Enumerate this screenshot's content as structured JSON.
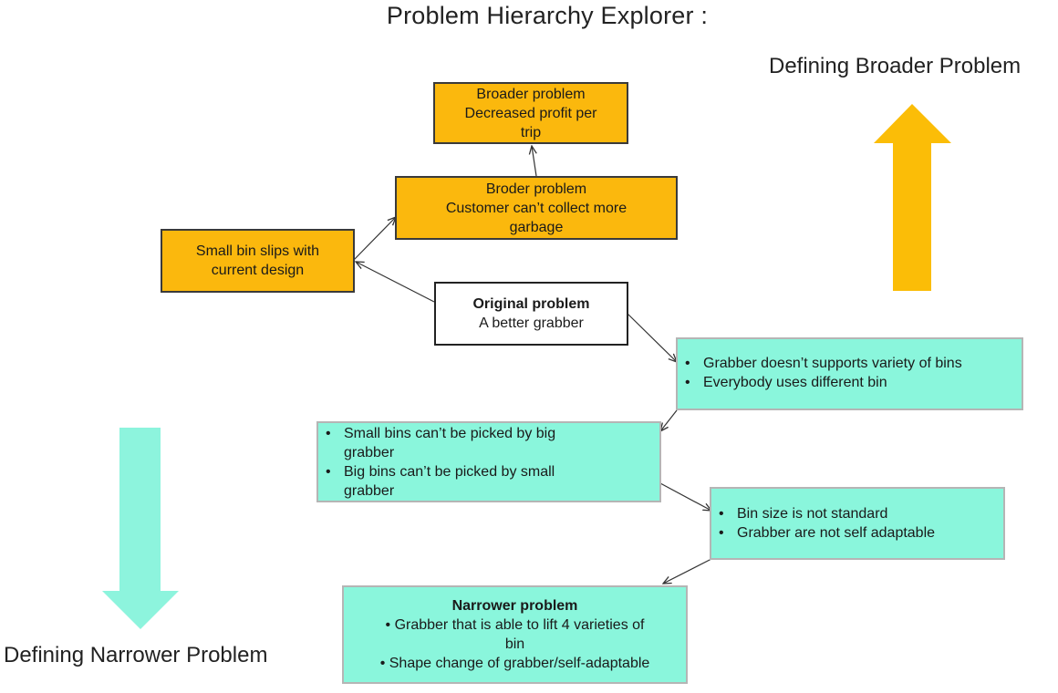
{
  "title": "Problem Hierarchy Explorer  :",
  "labels": {
    "broader": "Defining Broader Problem",
    "narrower": "Defining Narrower Problem"
  },
  "colors": {
    "orange": "#fbb80d",
    "teal": "#8af6dc",
    "arrow_up": "#fbbd07",
    "arrow_down": "#8df4dd"
  },
  "boxes": {
    "broader_top": [
      "Broader problem",
      "Decreased profit per",
      "trip"
    ],
    "broader_mid": [
      "Broder problem",
      "Customer can’t collect more",
      "garbage"
    ],
    "small_bin": [
      "Small bin slips with",
      "current design"
    ],
    "original": {
      "heading": "Original problem",
      "text": "A better grabber"
    },
    "teal1": [
      "Grabber doesn’t supports variety of bins",
      "Everybody uses different bin"
    ],
    "teal2": [
      [
        "Small bins can’t be picked by big",
        "grabber"
      ],
      [
        "Big bins can’t be picked by small",
        "grabber"
      ]
    ],
    "teal3": [
      "Bin size is not standard",
      "Grabber are not self adaptable"
    ],
    "narrower": {
      "heading": "Narrower problem",
      "items": [
        [
          "Grabber that is able to lift 4 varieties of",
          "bin"
        ],
        [
          "Shape change of grabber/self-adaptable"
        ]
      ]
    }
  }
}
